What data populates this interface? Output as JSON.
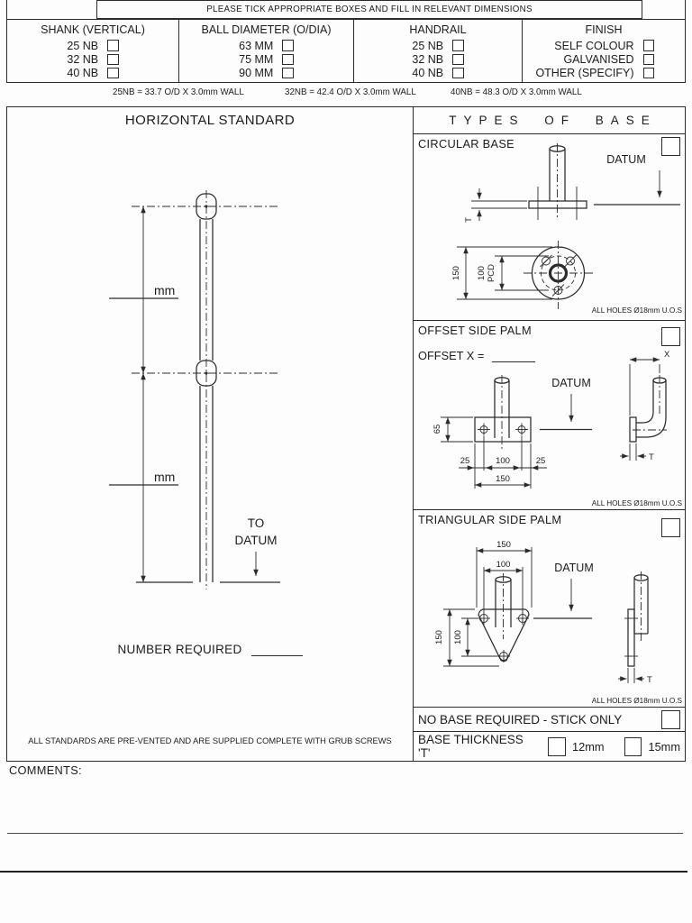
{
  "header": {
    "instruction": "PLEASE TICK APPROPRIATE BOXES AND FILL IN RELEVANT DIMENSIONS"
  },
  "spec_table": {
    "columns": [
      {
        "title": "SHANK (VERTICAL)",
        "options": [
          "25 NB",
          "32 NB",
          "40 NB"
        ]
      },
      {
        "title": "BALL DIAMETER (O/DIA)",
        "options": [
          "63 MM",
          "75 MM",
          "90 MM"
        ]
      },
      {
        "title": "HANDRAIL",
        "options": [
          "25 NB",
          "32 NB",
          "40 NB"
        ]
      },
      {
        "title": "FINISH",
        "options": [
          "SELF COLOUR",
          "GALVANISED",
          "OTHER (SPECIFY)"
        ]
      }
    ]
  },
  "pipe_notes": {
    "n25": "25NB = 33.7 O/D X 3.0mm WALL",
    "n32": "32NB = 42.4 O/D X 3.0mm WALL",
    "n40": "40NB = 48.3 O/D X 3.0mm WALL"
  },
  "standard_panel": {
    "title": "HORIZONTAL STANDARD",
    "upper_dim": "mm",
    "lower_dim": "mm",
    "to_datum_line1": "TO",
    "to_datum_line2": "DATUM",
    "number_required": "NUMBER REQUIRED",
    "footer": "ALL STANDARDS ARE PRE-VENTED AND ARE SUPPLIED COMPLETE WITH GRUB SCREWS"
  },
  "base_panel": {
    "title": "TYPES OF BASE",
    "circular": {
      "title": "CIRCULAR BASE",
      "datum": "DATUM",
      "t": "T",
      "d150": "150",
      "d100": "100",
      "pcd": "PCD",
      "holes_note": "ALL HOLES Ø18mm U.O.S"
    },
    "offset": {
      "title": "OFFSET SIDE PALM",
      "offset_label": "OFFSET X =",
      "datum": "DATUM",
      "d65": "65",
      "d25l": "25",
      "d100": "100",
      "d25r": "25",
      "d150": "150",
      "x": "X",
      "t": "T",
      "holes_note": "ALL HOLES Ø18mm U.O.S"
    },
    "triangular": {
      "title": "TRIANGULAR SIDE PALM",
      "datum": "DATUM",
      "d150_top": "150",
      "d100_top": "100",
      "d150_left": "150",
      "d100_left": "100",
      "t": "T",
      "holes_note": "ALL HOLES Ø18mm U.O.S"
    },
    "no_base": "NO BASE REQUIRED - STICK ONLY",
    "thickness": {
      "label": "BASE THICKNESS 'T'",
      "opt1": "12mm",
      "opt2": "15mm"
    }
  },
  "comments": {
    "label": "COMMENTS:"
  }
}
